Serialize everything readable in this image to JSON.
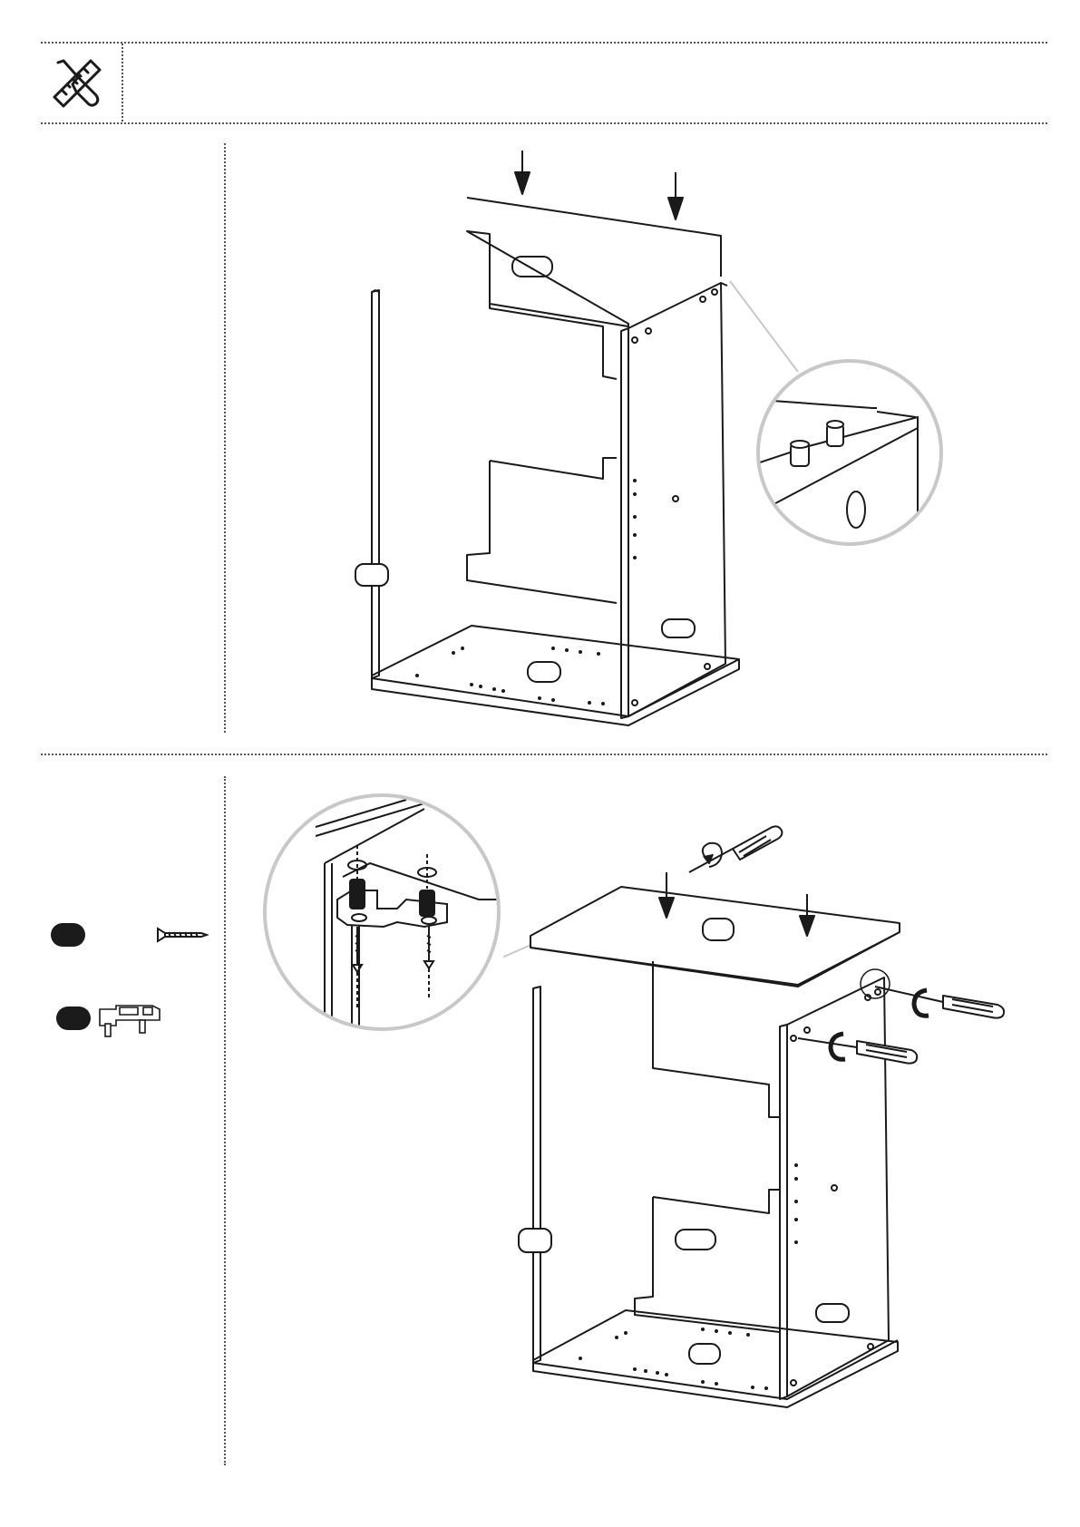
{
  "header": {
    "icon": "tools-icon",
    "title": ""
  },
  "steps": [
    {
      "parts": [],
      "illustration": "cabinet-back-panel-insertion",
      "detail": "cam-dowel-detail"
    },
    {
      "parts": [
        {
          "badge": "",
          "icon": "screw-icon",
          "qty": ""
        },
        {
          "badge": "",
          "icon": "connector-bracket-icon",
          "qty": ""
        }
      ],
      "illustration": "cabinet-top-panel-fastening",
      "detail": "bracket-screw-detail"
    }
  ],
  "colors": {
    "line": "#1a1a1a",
    "detail_circle": "#c8c8c8",
    "badge": "#1b1b1b"
  }
}
